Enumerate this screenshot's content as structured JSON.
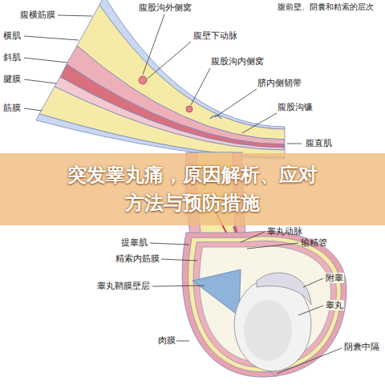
{
  "diagram": {
    "nodes": [
      {
        "text": [
          "突发睾丸痛，原因解析、应对 方法与预防措施"
        ]
      }
    ],
    "labels": [
      "腹前壁、阴囊和精索的层次",
      "腹横筋膜",
      "横肌",
      "斜肌",
      "腱膜",
      "筋膜",
      "腹股沟外侧窝",
      "腹壁下动脉",
      "腹股沟内侧窝",
      "脐内侧韧带",
      "腹股沟镰",
      "腹直肌",
      "睾丸动脉",
      "输精管",
      "提睾肌",
      "精索内筋膜",
      "睾丸鞘膜壁层",
      "附睾",
      "睾丸",
      "肉膜",
      "阴囊中隔"
    ]
  }
}
